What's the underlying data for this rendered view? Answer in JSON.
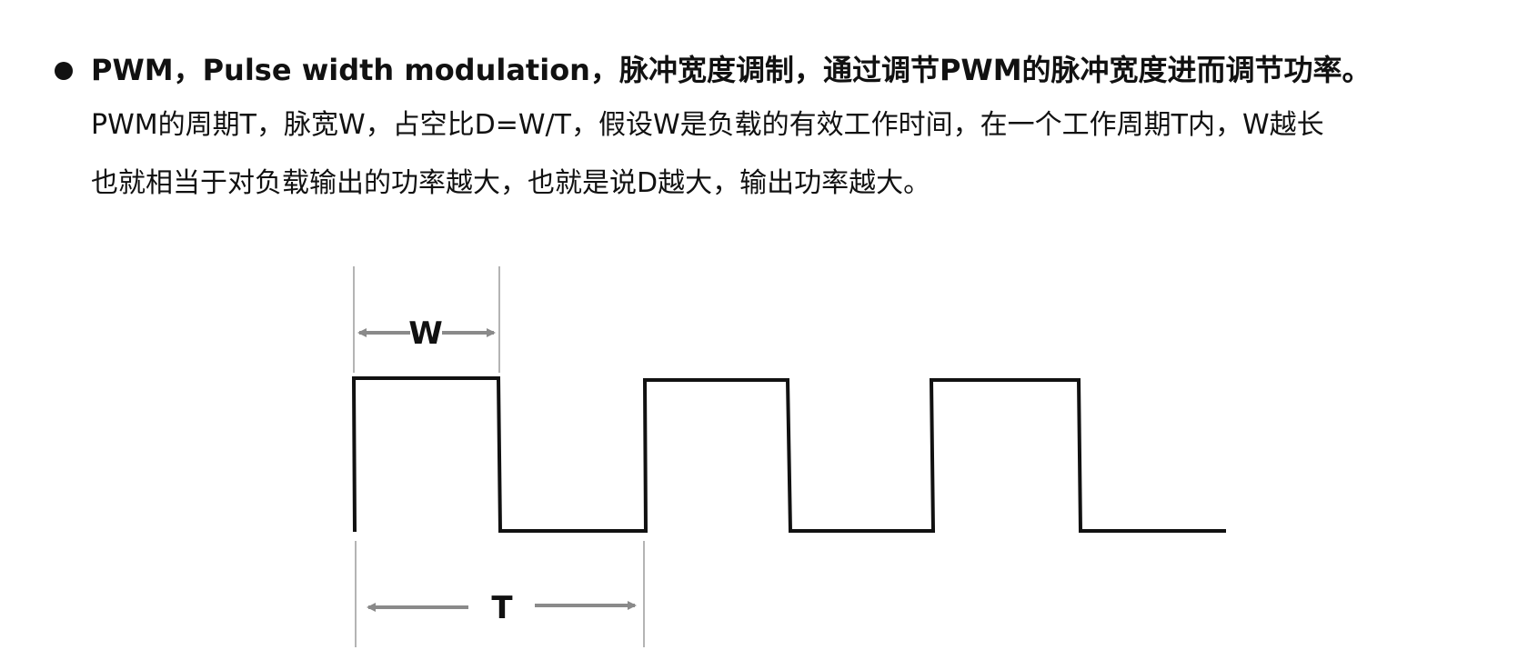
{
  "heading": "PWM，Pulse width modulation，脉冲宽度调制，通过调节PWM的脉冲宽度进而调节功率。",
  "paragraph": {
    "line1": "PWM的周期T，脉宽W，占空比D=W/T，假设W是负载的有效工作时间，在一个工作周期T内，W越长",
    "line2": "也就相当于对负载输出的功率越大，也就是说D越大，输出功率越大。"
  },
  "diagram": {
    "pulse_width_label": "W",
    "period_label": "T"
  }
}
